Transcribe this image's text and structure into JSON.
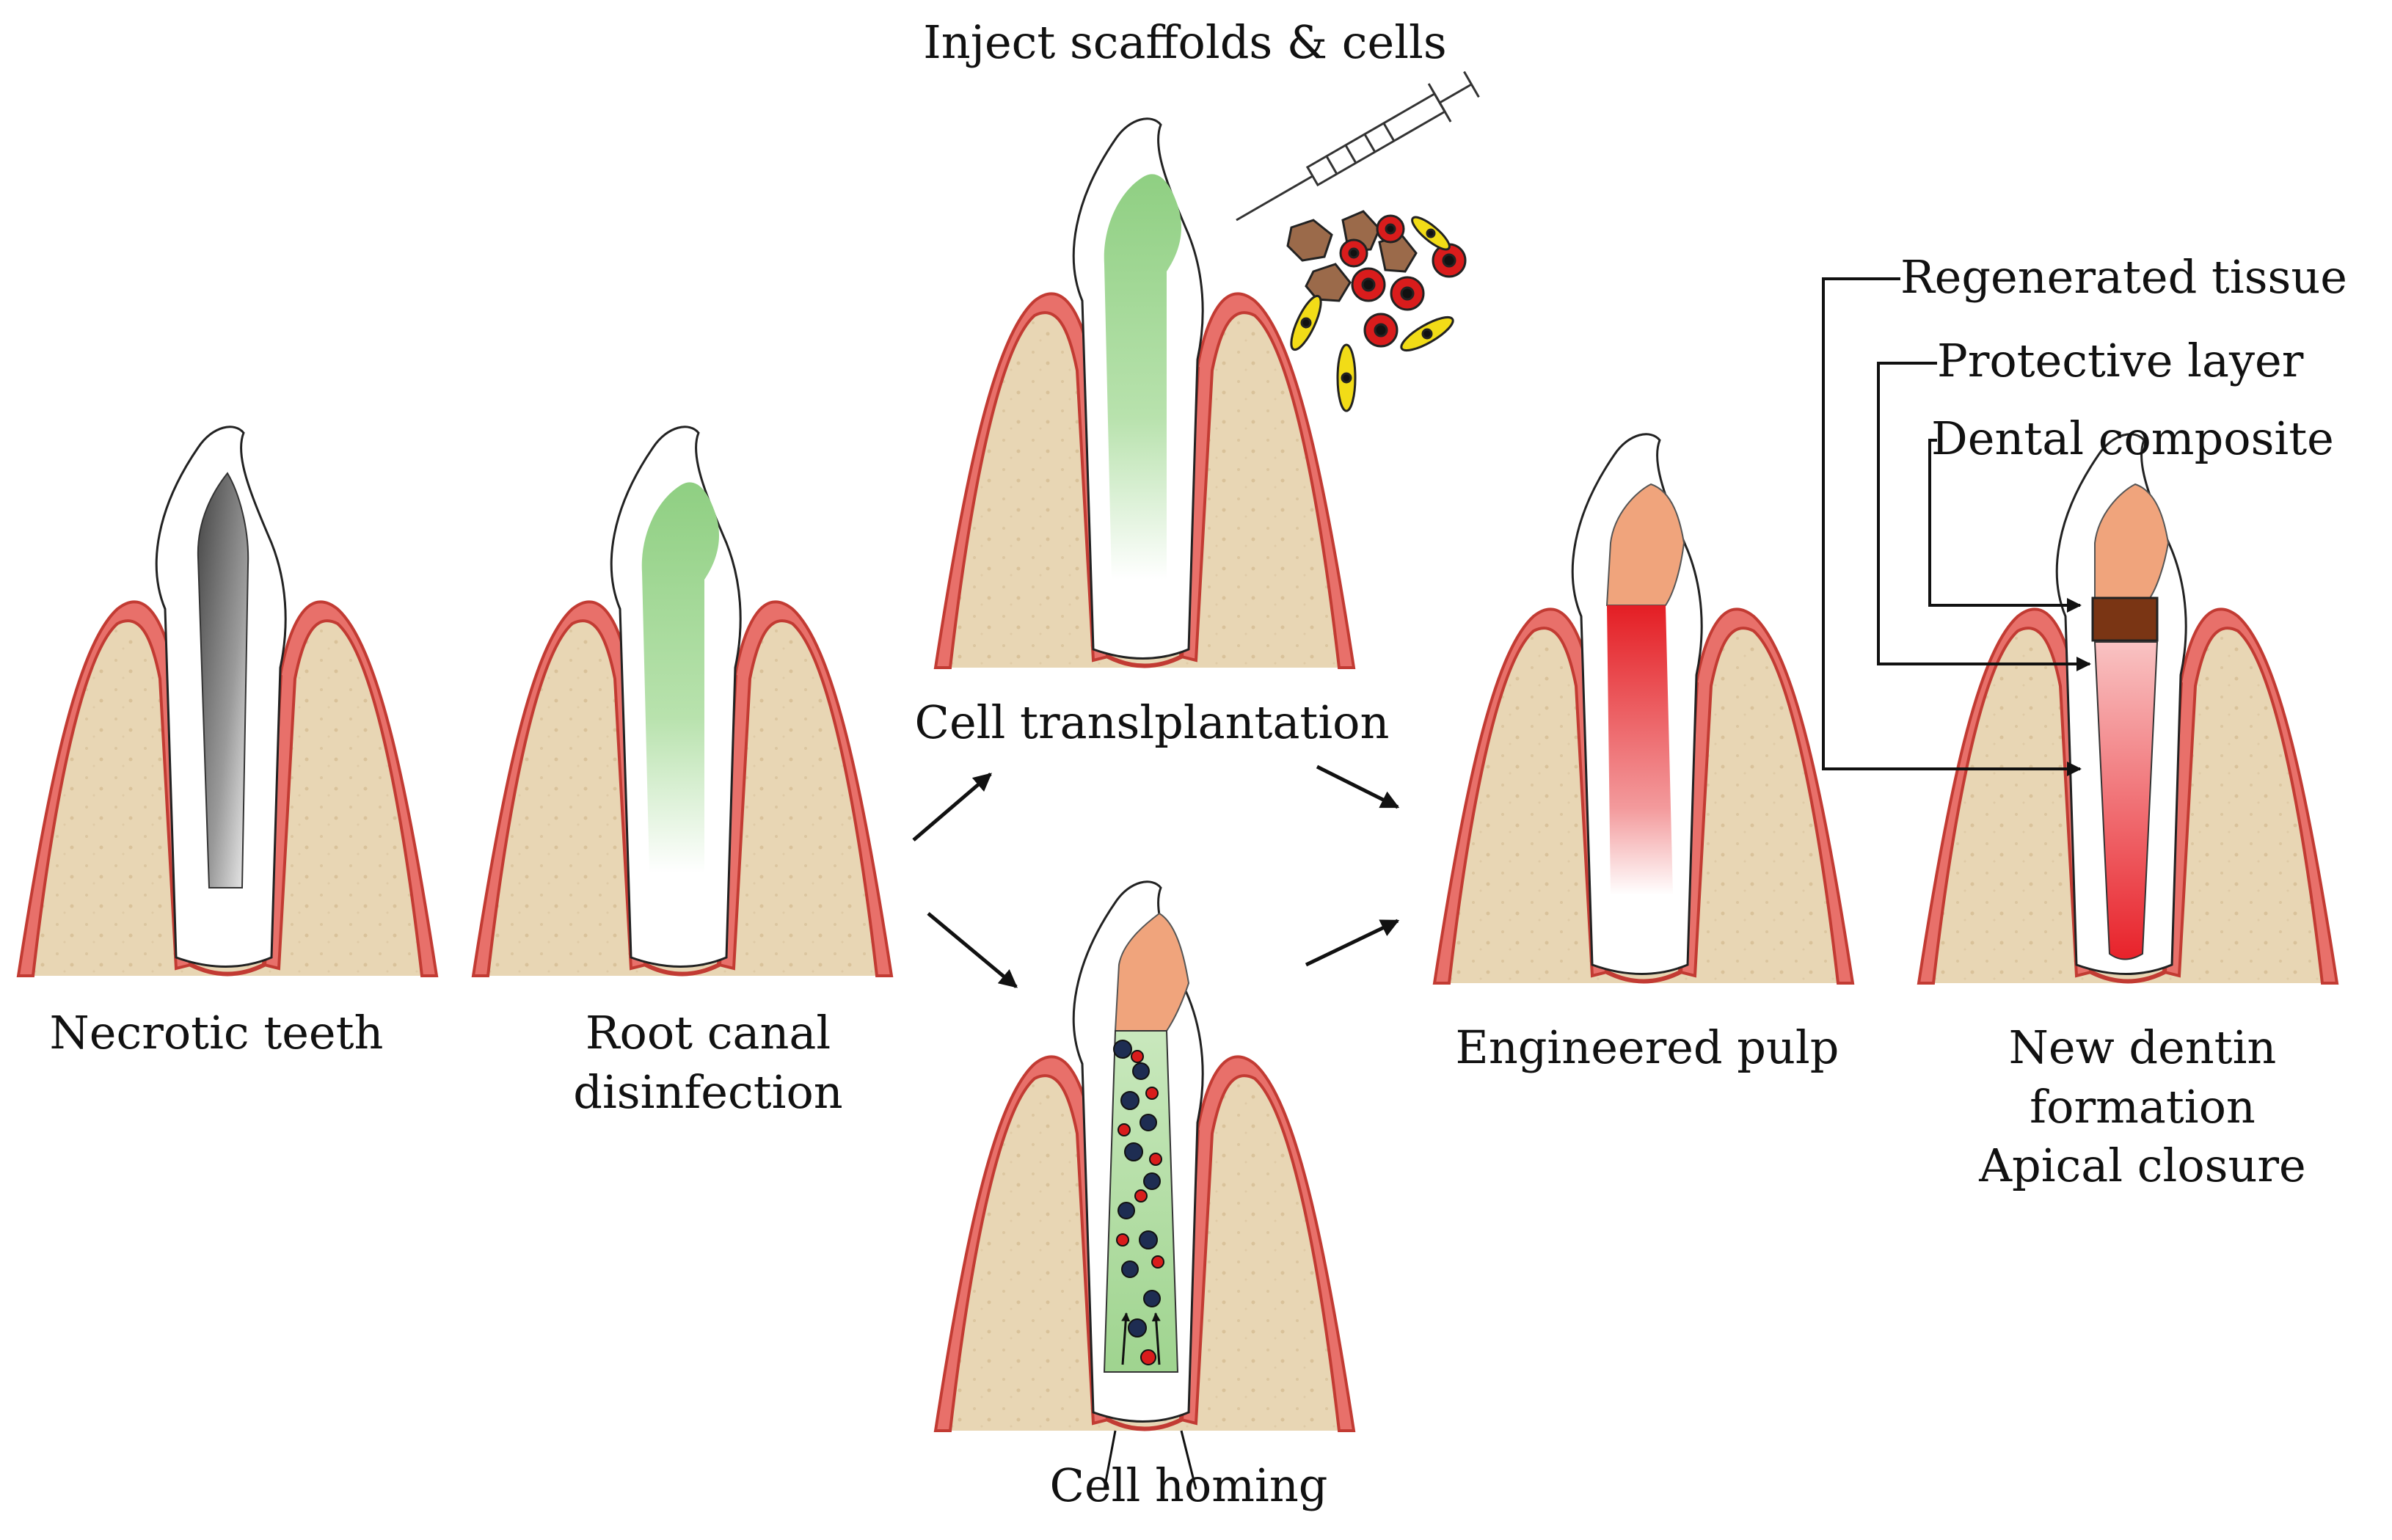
{
  "title": "",
  "stages": {
    "necrotic": "Necrotic teeth",
    "root_canal": [
      "Root canal",
      "disinfection"
    ],
    "inject": "Inject scaffolds & cells",
    "transplantation": "Cell translplantation",
    "homing": "Cell homing",
    "engineered": "Engineered pulp",
    "final": [
      "New dentin",
      "formation",
      "Apical closure"
    ]
  },
  "callouts": {
    "regenerated": "Regenerated tissue",
    "protective": "Protective layer",
    "composite": "Dental composite"
  },
  "colors": {
    "gum": "#e8706a",
    "gum_edge": "#c23b33",
    "bone": "#e8d6b4",
    "necrotic_pulp": "#555555",
    "disinfected_canal": "#9fd48f",
    "composite": "#f0a47c",
    "protective_layer": "#7a3514",
    "regenerated_tissue": "#e8222a",
    "scaffold_cell": "#9b6a4a",
    "red_cell": "#d91c1c",
    "yellow_cell": "#f2dc17",
    "dark_cell": "#1e2d52"
  },
  "icons": [
    "syringe-icon",
    "arrow-icon"
  ]
}
